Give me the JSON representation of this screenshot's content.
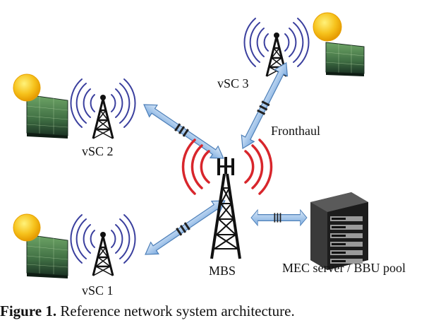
{
  "labels": {
    "vsc3": "vSC 3",
    "vsc2": "vSC 2",
    "vsc1": "vSC 1",
    "mbs": "MBS",
    "fronthaul": "Fronthaul",
    "mec": "MEC server / BBU pool"
  },
  "caption": {
    "prefix": "Figure 1.",
    "text": "Reference network system architecture."
  },
  "colors": {
    "sun": "#f6c21c",
    "sun_edge": "#e8a100",
    "panel_dark": "#1d3b2b",
    "panel_green": "#5c8f57",
    "signal_blue": "#3a3f9e",
    "signal_red": "#d8262c",
    "link_blue": "#8db8e6",
    "server_dark": "#2b2b2b"
  },
  "icons": [
    "sun-icon",
    "solar-panel-icon",
    "antenna-tower-icon",
    "macro-tower-icon",
    "server-rack-icon",
    "link-arrow-icon"
  ]
}
